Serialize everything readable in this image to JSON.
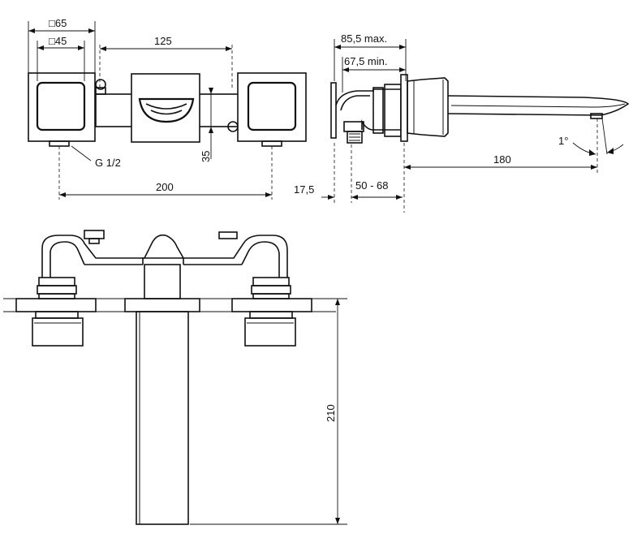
{
  "dimensions": {
    "square_outer": "□65",
    "square_inner": "□45",
    "center_spacing": "125",
    "thread": "G 1/2",
    "height_offset": "35",
    "overall_width": "200",
    "wall_offset": "17,5",
    "projection_range": "50 - 68",
    "depth_max": "85,5 max.",
    "depth_min": "67,5 min.",
    "spout_length": "180",
    "angle": "1°",
    "spout_height": "210"
  }
}
